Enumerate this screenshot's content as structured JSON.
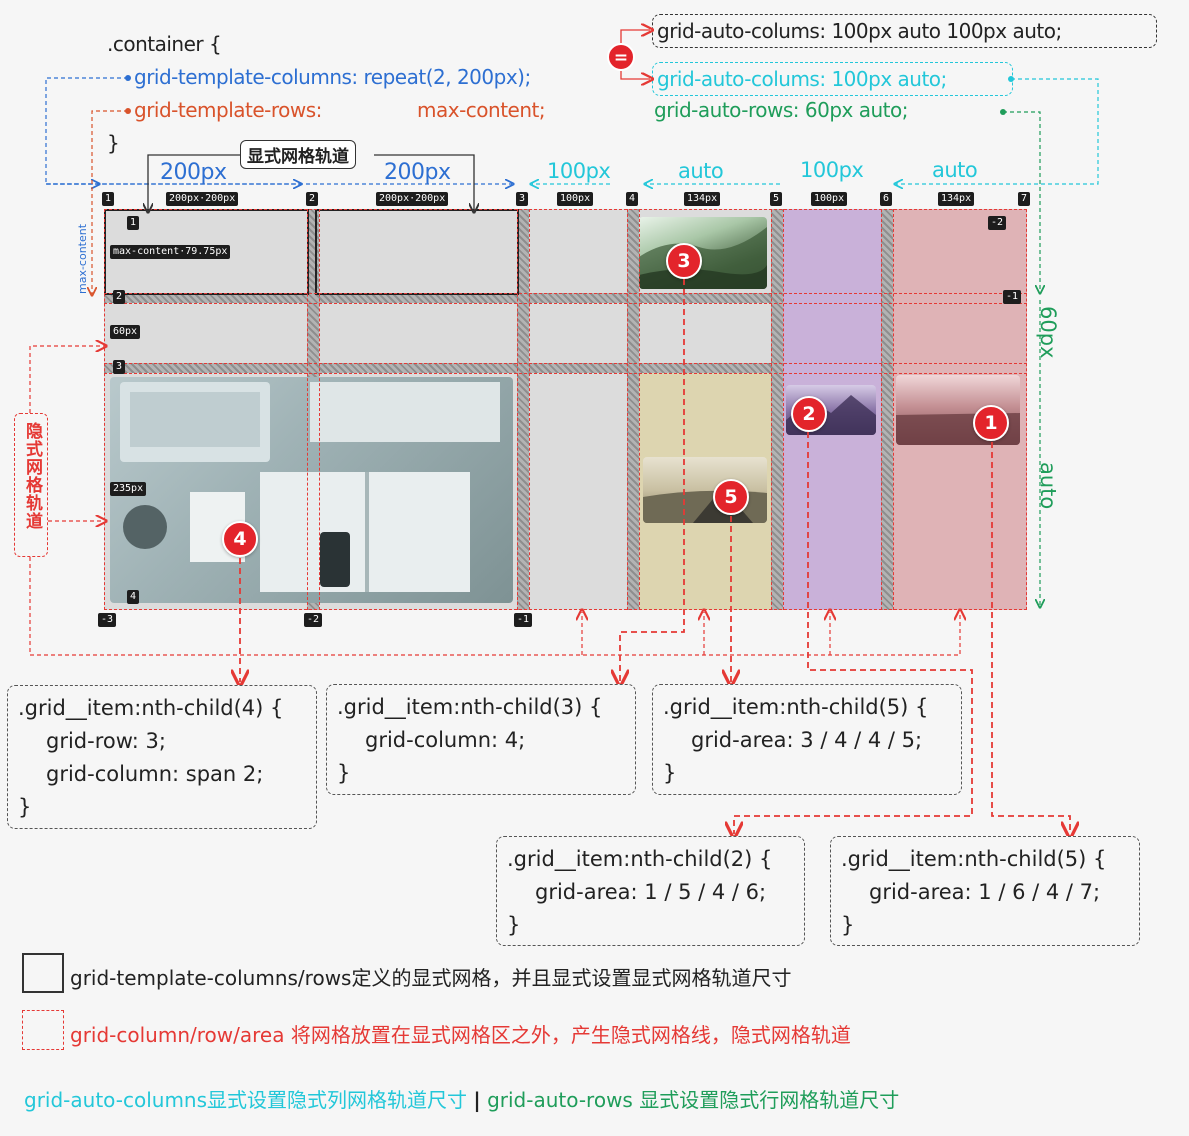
{
  "code": {
    "selector": ".container {",
    "template_columns": "grid-template-columns: repeat(2, 200px);",
    "template_rows_prop": "grid-template-rows:",
    "template_rows_value": "max-content;",
    "close": "}",
    "auto_columns_1": "grid-auto-colums: 100px  auto   100px  auto;",
    "auto_columns_2": "grid-auto-colums: 100px  auto;",
    "auto_rows": "grid-auto-rows:     60px   auto;",
    "equal_badge": "="
  },
  "explicit_track_label": "显式网格轨道",
  "implicit_track_label": "隐式网格轨道",
  "track_sizes": {
    "col1": "200px",
    "col2": "200px",
    "col3": "100px",
    "col4": "auto",
    "col5": "100px",
    "col6": "auto",
    "row_max_content": "max-content",
    "row2": "60px",
    "row3": "auto"
  },
  "column_lines_top": [
    "1",
    "2",
    "3",
    "4",
    "5",
    "6",
    "7"
  ],
  "column_size_tags": [
    "200px·200px",
    "200px·200px",
    "100px",
    "134px",
    "100px",
    "134px"
  ],
  "column_lines_bottom": [
    "-3",
    "-2",
    "-1"
  ],
  "row_lines_left": [
    "1",
    "2",
    "3",
    "4"
  ],
  "row_lines_right": [
    "-2",
    "-1"
  ],
  "row_size_tags": {
    "row1": "max-content·79.75px",
    "row2": "60px",
    "row3": "235px"
  },
  "item_numbers": [
    "1",
    "2",
    "3",
    "4",
    "5"
  ],
  "notes": [
    {
      "head": ".grid__item:nth-child(4) {",
      "lines": [
        "grid-row: 3;",
        "grid-column: span  2;"
      ],
      "close": "}"
    },
    {
      "head": ".grid__item:nth-child(3) {",
      "lines": [
        "grid-column: 4;"
      ],
      "close": "}"
    },
    {
      "head": ".grid__item:nth-child(5) {",
      "lines": [
        "grid-area: 3 / 4 / 4 / 5;"
      ],
      "close": "}"
    },
    {
      "head": ".grid__item:nth-child(2) {",
      "lines": [
        "grid-area: 1 / 5 / 4 / 6;"
      ],
      "close": "}"
    },
    {
      "head": ".grid__item:nth-child(5) {",
      "lines": [
        "grid-area: 1 / 6 / 4 / 7;"
      ],
      "close": "}"
    }
  ],
  "legend": {
    "explicit": "grid-template-columns/rows定义的显式网格，并且显式设置显式网格轨道尺寸",
    "implicit": "grid-column/row/area 将网格放置在显式网格区之外，产生隐式网格线，隐式网格轨道",
    "auto_columns": "grid-auto-columns显式设置隐式列网格轨道尺寸",
    "separator": "|",
    "auto_rows": "grid-auto-rows 显式设置隐式行网格轨道尺寸"
  },
  "colors": {
    "explicit_blue": "#2d6fd2",
    "implicit_orange": "#d9532b",
    "auto_cyan": "#23c7d9",
    "auto_green": "#1f9d5a",
    "implicit_red": "#e53935",
    "purple_area": "#c9b1d9",
    "pink_area": "#dfb3b6",
    "tan_area": "#ddd5b0"
  }
}
